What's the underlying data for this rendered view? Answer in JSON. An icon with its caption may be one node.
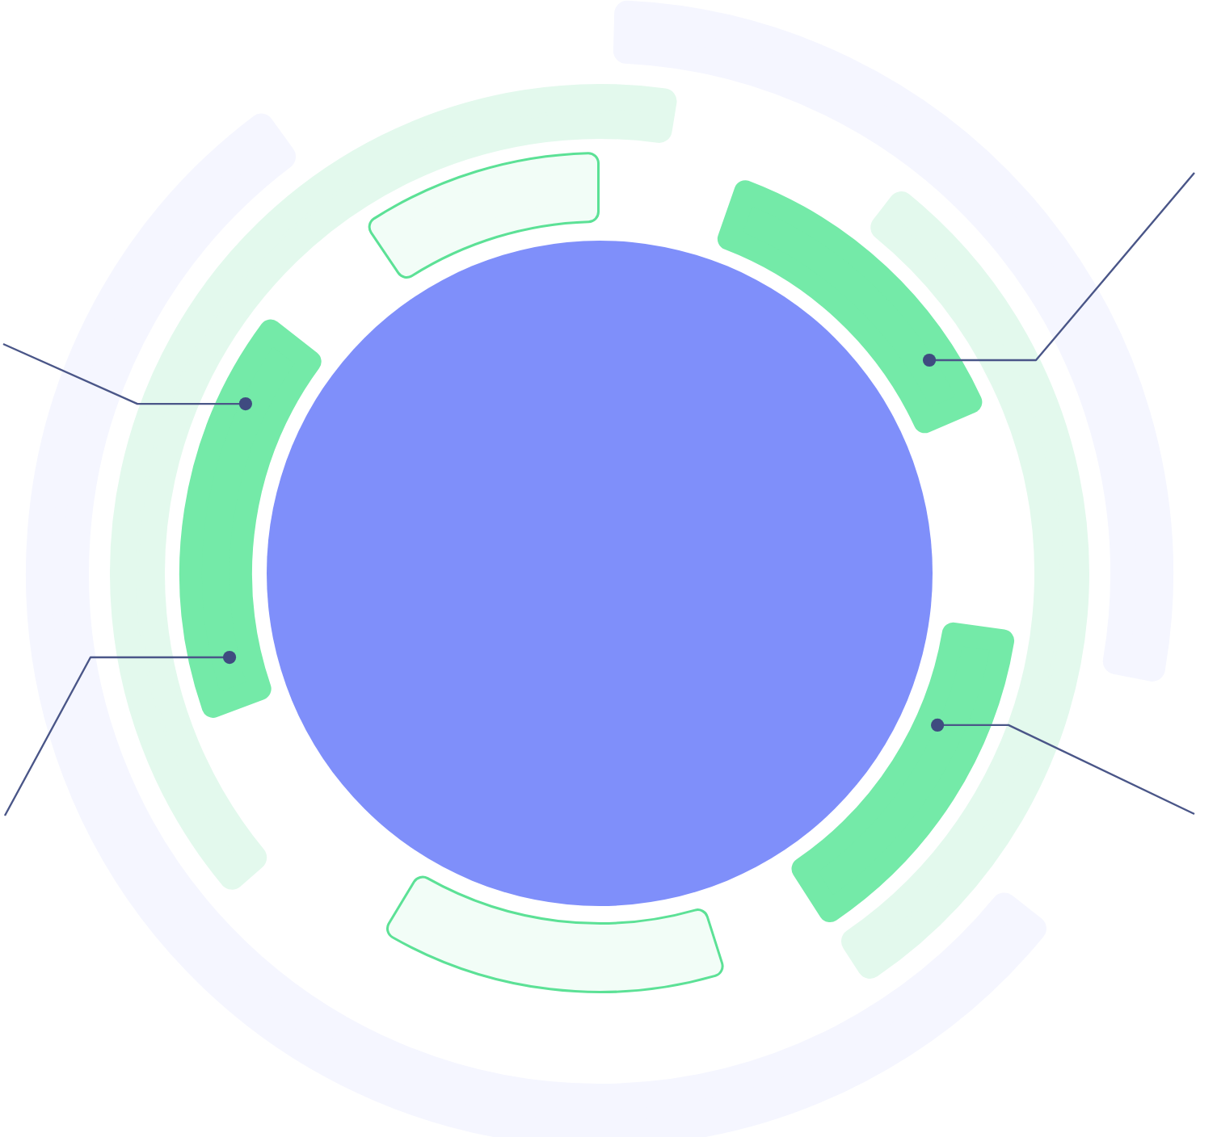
{
  "diagram": {
    "nodes": [
      {
        "text": [],
        "shape": "arc"
      },
      {
        "text": [],
        "shape": "arc"
      },
      {
        "text": [],
        "shape": "circle"
      },
      {
        "text": [],
        "shape": "arc"
      },
      {
        "text": [],
        "shape": "arc"
      },
      {
        "text": [],
        "shape": "arc"
      }
    ],
    "edges": [
      {
        "from": null,
        "to": 1,
        "arrow": "other"
      },
      {
        "from": null,
        "to": 3,
        "arrow": "other"
      },
      {
        "from": null,
        "to": 3,
        "arrow": "other"
      },
      {
        "from": null,
        "to": 4,
        "arrow": "other"
      }
    ]
  }
}
